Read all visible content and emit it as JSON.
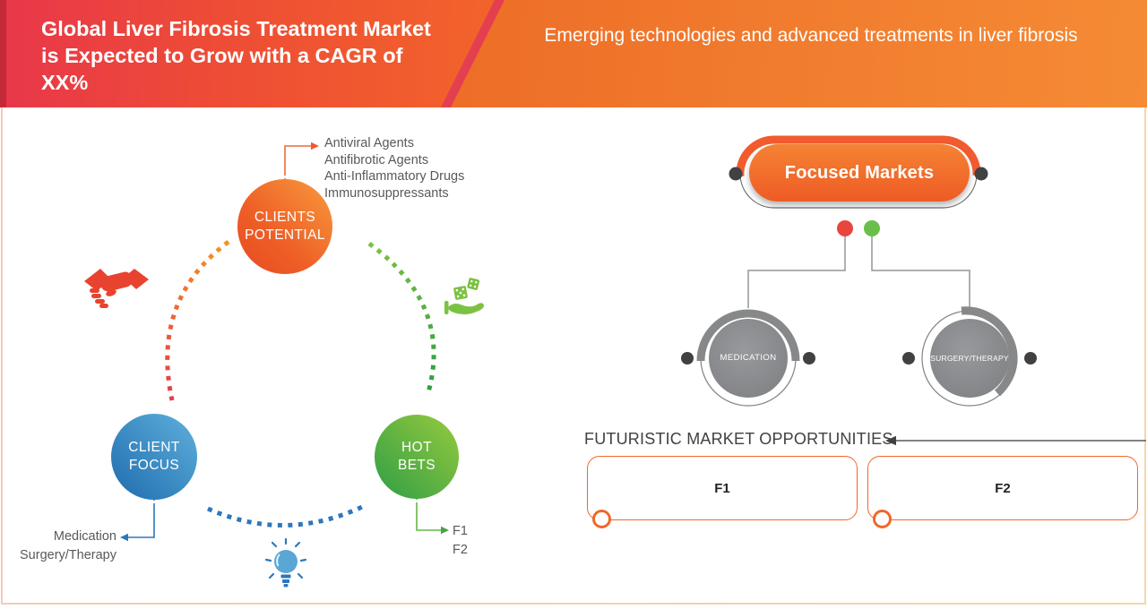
{
  "header": {
    "title": "Global Liver Fibrosis Treatment Market is Expected to Grow with a CAGR of XX%",
    "subtitle": "Emerging technologies and advanced treatments in liver fibrosis",
    "gradient_left": [
      "#e8374a",
      "#f99c25"
    ],
    "gradient_right": [
      "#ed6d27",
      "#f58b35"
    ]
  },
  "cycle": {
    "bubbles": [
      {
        "label_line1": "CLIENTS",
        "label_line2": "POTENTIAL",
        "color": "#ee5f26",
        "items": [
          "Antiviral Agents",
          "Antifibrotic Agents",
          "Anti-Inflammatory Drugs",
          "Immunosuppressants"
        ]
      },
      {
        "label_line1": "CLIENT",
        "label_line2": "FOCUS",
        "color": "#2e77bc",
        "items": [
          "Medication",
          "Surgery/Therapy"
        ]
      },
      {
        "label_line1": "HOT",
        "label_line2": "BETS",
        "color": "#55b948",
        "items": [
          "F1",
          "F2"
        ]
      }
    ],
    "icons": [
      {
        "name": "handshake-icon",
        "color": "#ee5f26"
      },
      {
        "name": "dice-hand-icon",
        "color": "#55b948"
      },
      {
        "name": "lightbulb-icon",
        "color": "#2e77bc"
      }
    ]
  },
  "focused_markets": {
    "label": "Focused Markets",
    "accent": "#f15b2e",
    "legend_dots": [
      "#e8453c",
      "#6abf4b"
    ],
    "node_color": "#8a8b8e",
    "nodes": [
      {
        "label": "MEDICATION"
      },
      {
        "label": "SURGERY/THERAPY"
      }
    ]
  },
  "opportunities": {
    "heading": "FUTURISTIC MARKET OPPORTUNITIES",
    "border_color": "#f1672a",
    "boxes": [
      {
        "label": "F1"
      },
      {
        "label": "F2"
      }
    ]
  }
}
